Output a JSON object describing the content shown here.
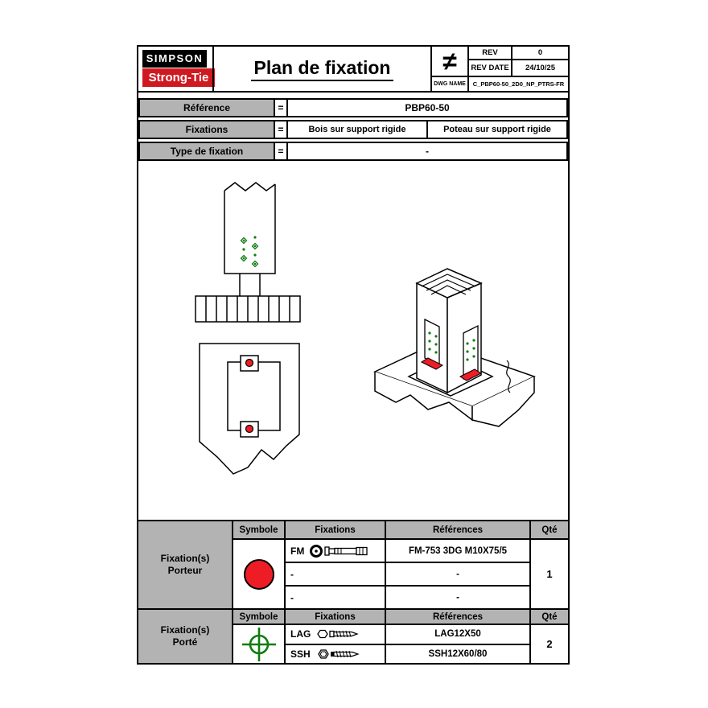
{
  "header": {
    "logo": {
      "top": "SIMPSON",
      "bottom": "Strong-Tie"
    },
    "title": "Plan de fixation",
    "neq": "≠",
    "rev": {
      "label": "REV",
      "value": "0"
    },
    "rev_date": {
      "label": "REV DATE",
      "value": "24/10/25"
    },
    "dwg": {
      "label": "DWG NAME",
      "value": "C_PBP60-50_2D0_NP_PTRS-FR"
    }
  },
  "info": {
    "reference": {
      "label": "Référence",
      "eq": "=",
      "value": "PBP60-50"
    },
    "fixations": {
      "label": "Fixations",
      "eq": "=",
      "value1": "Bois sur support rigide",
      "value2": "Poteau sur support rigide"
    },
    "type": {
      "label": "Type de fixation",
      "eq": "=",
      "value": "-"
    }
  },
  "tables": [
    {
      "group1": "Fixation(s)",
      "group2": "Porteur",
      "headers": [
        "Symbole",
        "Fixations",
        "Références",
        "Qté"
      ],
      "symbol": "red-filled-circle",
      "rows": [
        {
          "code": "FM",
          "icon": "wedge-anchor-icon",
          "ref": "FM-753 3DG M10X75/5"
        },
        {
          "code": "-",
          "ref": "-"
        },
        {
          "code": "-",
          "ref": "-"
        }
      ],
      "qty": "1"
    },
    {
      "group1": "Fixation(s)",
      "group2": "Porté",
      "headers": [
        "Symbole",
        "Fixations",
        "Références",
        "Qté"
      ],
      "symbol": "green-crosshair",
      "rows": [
        {
          "code": "LAG",
          "icon": "lag-screw-icon",
          "ref": "LAG12X50"
        },
        {
          "code": "SSH",
          "icon": "structural-screw-icon",
          "ref": "SSH12X60/80"
        }
      ],
      "qty": "2"
    }
  ],
  "colors": {
    "red": "#ee1c25",
    "brand_red": "#cf1920",
    "green": "#0f7d0f",
    "grey": "#b3b3b3"
  }
}
